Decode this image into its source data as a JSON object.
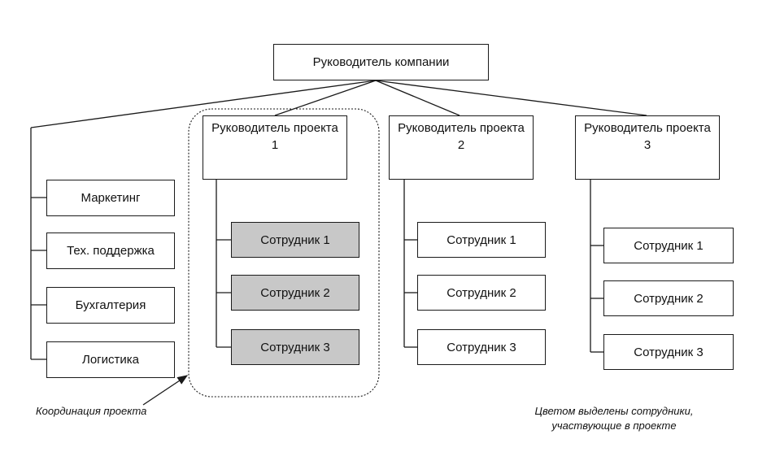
{
  "org_chart": {
    "ceo": "Руководитель компании",
    "departments": [
      "Маркетинг",
      "Тех. поддержка",
      "Бухгалтерия",
      "Логистика"
    ],
    "projects": [
      {
        "manager_line1": "Руководитель проекта",
        "manager_line2": "1",
        "employees": [
          "Сотрудник 1",
          "Сотрудник 2",
          "Сотрудник 3"
        ],
        "highlighted": true
      },
      {
        "manager_line1": "Руководитель проекта",
        "manager_line2": "2",
        "employees": [
          "Сотрудник 1",
          "Сотрудник 2",
          "Сотрудник 3"
        ],
        "highlighted": false
      },
      {
        "manager_line1": "Руководитель проекта",
        "manager_line2": "3",
        "employees": [
          "Сотрудник 1",
          "Сотрудник 2",
          "Сотрудник 3"
        ],
        "highlighted": false
      }
    ]
  },
  "annotations": {
    "coordination_label": "Координация проекта",
    "legend_line1": "Цветом выделены сотрудники,",
    "legend_line2": "участвующие в проекте"
  },
  "colors": {
    "highlight_fill": "#c8c8c8",
    "line": "#1a1a1a",
    "background": "#ffffff"
  }
}
